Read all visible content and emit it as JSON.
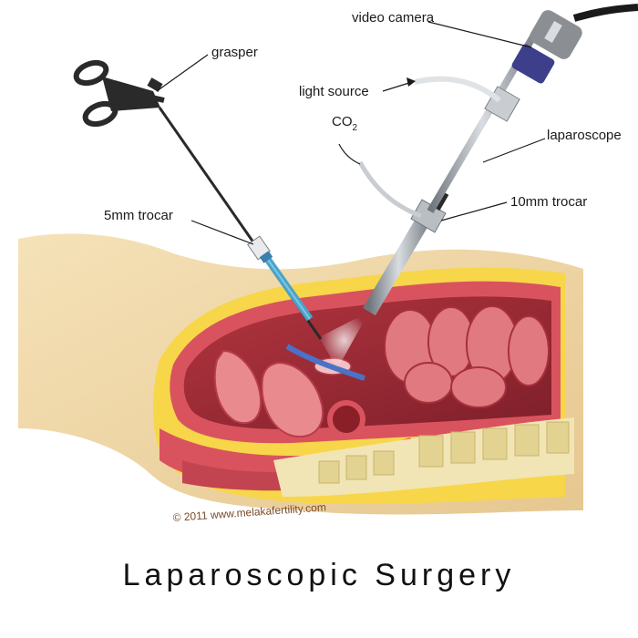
{
  "labels": {
    "video_camera": "video camera",
    "grasper": "grasper",
    "light_source": "light source",
    "co2_main": "CO",
    "co2_sub": "2",
    "laparoscope": "laparoscope",
    "trocar_5mm": "5mm trocar",
    "trocar_10mm": "10mm trocar"
  },
  "copyright": "© 2011 www.melakafertility.com",
  "caption": "Laparoscopic Surgery",
  "colors": {
    "skin": "#f0d8a8",
    "fat": "#f7d64a",
    "tissue": "#d9535f",
    "cavity": "#a8303a",
    "bowel": "#e07a80",
    "instrument": "#8a9096",
    "trocar_blue": "#4aa3c8"
  }
}
